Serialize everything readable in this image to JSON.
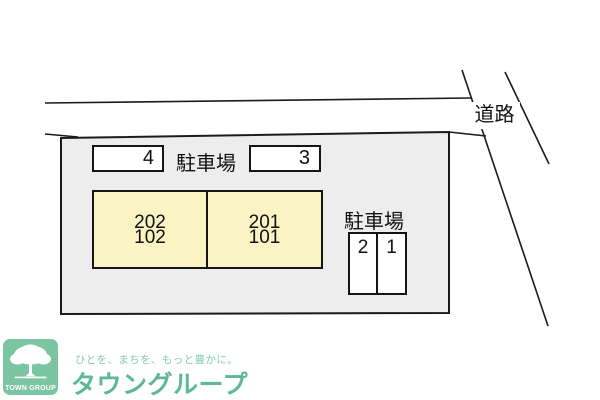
{
  "road": {
    "label": "道路"
  },
  "site": {
    "parking_top": {
      "label": "駐車場",
      "stall_left": "4",
      "stall_right": "3"
    },
    "building": {
      "left_unit": {
        "line1": "202",
        "line2": "102"
      },
      "right_unit": {
        "line1": "201",
        "line2": "101"
      }
    },
    "parking_right": {
      "label": "駐車場",
      "stall_left": "2",
      "stall_right": "1"
    }
  },
  "footer": {
    "logo_square_label": "TOWN GROUP",
    "tagline": "ひとを、まちを、もっと豊かに。",
    "brand": "タウングループ"
  },
  "colors": {
    "parcel_fill": "#ededed",
    "building_fill": "#faf3c4",
    "line": "#1b1b1b",
    "logo_green": "#7cc5a3",
    "brand_green": "#5cb993",
    "tagline_green": "#86cbac"
  }
}
